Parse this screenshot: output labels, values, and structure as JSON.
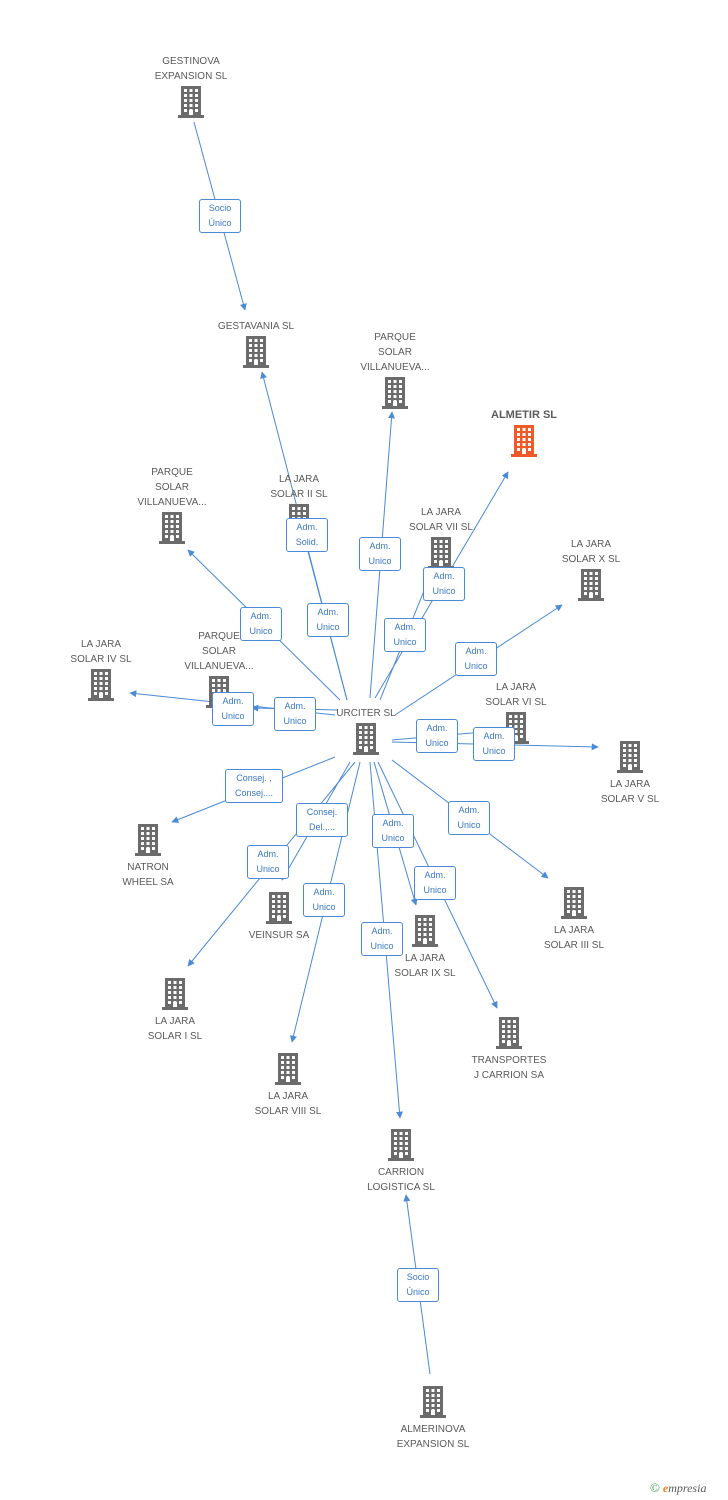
{
  "colors": {
    "edge": "#4a8ad6",
    "node": "#6b6b6b",
    "focus_node": "#f05a28",
    "label": "#5a5a5a"
  },
  "nodes": [
    {
      "id": "gestinova",
      "label_lines": [
        "GESTINOVA",
        "EXPANSION SL"
      ],
      "icon": "building-icon"
    },
    {
      "id": "gestavania",
      "label_lines": [
        "GESTAVANIA SL"
      ],
      "icon": "building-icon"
    },
    {
      "id": "parque_top",
      "label_lines": [
        "PARQUE",
        "SOLAR",
        "VILLANUEVA..."
      ],
      "icon": "building-icon"
    },
    {
      "id": "almetir",
      "label_lines": [
        "ALMETIR SL"
      ],
      "icon": "building-icon",
      "focus": true
    },
    {
      "id": "parque_left",
      "label_lines": [
        "PARQUE",
        "SOLAR",
        "VILLANUEVA..."
      ],
      "icon": "building-icon"
    },
    {
      "id": "jara2",
      "label_lines": [
        "LA JARA",
        "SOLAR II SL"
      ],
      "icon": "building-icon"
    },
    {
      "id": "jara7",
      "label_lines": [
        "LA JARA",
        "SOLAR VII SL"
      ],
      "icon": "building-icon"
    },
    {
      "id": "jara10",
      "label_lines": [
        "LA JARA",
        "SOLAR X SL"
      ],
      "icon": "building-icon"
    },
    {
      "id": "jara4",
      "label_lines": [
        "LA JARA",
        "SOLAR IV SL"
      ],
      "icon": "building-icon"
    },
    {
      "id": "parque_mid",
      "label_lines": [
        "PARQUE",
        "SOLAR",
        "VILLANUEVA..."
      ],
      "icon": "building-icon"
    },
    {
      "id": "jara6",
      "label_lines": [
        "LA JARA",
        "SOLAR VI SL"
      ],
      "icon": "building-icon"
    },
    {
      "id": "urciter",
      "label_lines": [
        "URCITER SL"
      ],
      "icon": "building-icon"
    },
    {
      "id": "jara5",
      "label_lines": [
        "LA JARA",
        "SOLAR V SL"
      ],
      "icon": "building-icon"
    },
    {
      "id": "natron",
      "label_lines": [
        "NATRON",
        "WHEEL SA"
      ],
      "icon": "building-icon"
    },
    {
      "id": "veinsur",
      "label_lines": [
        "VEINSUR SA"
      ],
      "icon": "building-icon"
    },
    {
      "id": "jara9",
      "label_lines": [
        "LA JARA",
        "SOLAR IX SL"
      ],
      "icon": "building-icon"
    },
    {
      "id": "jara3",
      "label_lines": [
        "LA JARA",
        "SOLAR III SL"
      ],
      "icon": "building-icon"
    },
    {
      "id": "jara1",
      "label_lines": [
        "LA JARA",
        "SOLAR I SL"
      ],
      "icon": "building-icon"
    },
    {
      "id": "transportes",
      "label_lines": [
        "TRANSPORTES",
        "J CARRION SA"
      ],
      "icon": "building-icon"
    },
    {
      "id": "jara8",
      "label_lines": [
        "LA JARA",
        "SOLAR VIII SL"
      ],
      "icon": "building-icon"
    },
    {
      "id": "carrion",
      "label_lines": [
        "CARRION",
        "LOGISTICA SL"
      ],
      "icon": "building-icon"
    },
    {
      "id": "almerinova",
      "label_lines": [
        "ALMERINOVA",
        "EXPANSION SL"
      ],
      "icon": "building-icon"
    }
  ],
  "edges": [
    {
      "from": "gestinova",
      "to": "gestavania",
      "label_lines": [
        "Socio",
        "Único"
      ]
    },
    {
      "from": "urciter",
      "to": "gestavania",
      "label_lines": [
        "Adm.",
        "Solid."
      ]
    },
    {
      "from": "urciter",
      "to": "jara2",
      "label_lines": [
        "Adm.",
        "Unico"
      ]
    },
    {
      "from": "urciter",
      "to": "parque_top",
      "label_lines": [
        "Adm.",
        "Unico"
      ]
    },
    {
      "from": "urciter",
      "to": "almetir",
      "label_lines": [
        "Adm.",
        "Unico"
      ]
    },
    {
      "from": "urciter",
      "to": "jara7",
      "label_lines": [
        "Adm.",
        "Unico"
      ]
    },
    {
      "from": "urciter",
      "to": "jara10",
      "label_lines": [
        "Adm.",
        "Unico"
      ]
    },
    {
      "from": "urciter",
      "to": "parque_left",
      "label_lines": [
        "Adm.",
        "Unico"
      ]
    },
    {
      "from": "urciter",
      "to": "jara4",
      "label_lines": [
        "Adm.",
        "Unico"
      ]
    },
    {
      "from": "urciter",
      "to": "parque_mid",
      "label_lines": [
        "Adm.",
        "Unico"
      ]
    },
    {
      "from": "urciter",
      "to": "jara6",
      "label_lines": [
        "Adm.",
        "Unico"
      ]
    },
    {
      "from": "urciter",
      "to": "jara5",
      "label_lines": [
        "Adm.",
        "Unico"
      ]
    },
    {
      "from": "urciter",
      "to": "natron",
      "label_lines": [
        "Consej. ,",
        "Consej...."
      ]
    },
    {
      "from": "urciter",
      "to": "veinsur",
      "label_lines": [
        "Consej.",
        "Del.,..."
      ]
    },
    {
      "from": "urciter",
      "to": "jara1",
      "label_lines": [
        "Adm.",
        "Unico"
      ]
    },
    {
      "from": "urciter",
      "to": "jara8",
      "label_lines": [
        "Adm.",
        "Unico"
      ]
    },
    {
      "from": "urciter",
      "to": "carrion",
      "label_lines": [
        "Adm.",
        "Unico"
      ]
    },
    {
      "from": "urciter",
      "to": "jara9",
      "label_lines": [
        "Adm.",
        "Unico"
      ]
    },
    {
      "from": "urciter",
      "to": "transportes",
      "label_lines": [
        "Adm.",
        "Unico"
      ]
    },
    {
      "from": "urciter",
      "to": "jara3",
      "label_lines": [
        "Adm.",
        "Unico"
      ]
    },
    {
      "from": "almerinova",
      "to": "carrion",
      "label_lines": [
        "Socio",
        "Único"
      ]
    }
  ],
  "footer": {
    "symbol": "©",
    "brand_initial": "e",
    "brand_rest": "mpresia"
  }
}
